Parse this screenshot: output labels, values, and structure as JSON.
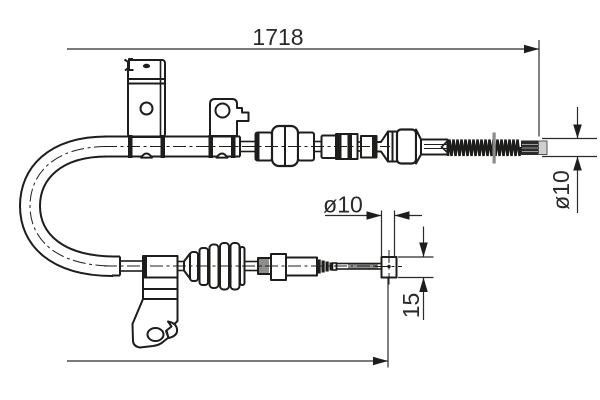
{
  "drawing": {
    "type": "parking-brake-cable-technical-drawing",
    "background_color": "#ffffff",
    "line_color": "#1d1d1b",
    "dimensions": {
      "overall_length": "1718",
      "cable_end_diameter": "ø10",
      "eye_end_diameter": "ø10",
      "eye_end_width": "15"
    }
  }
}
